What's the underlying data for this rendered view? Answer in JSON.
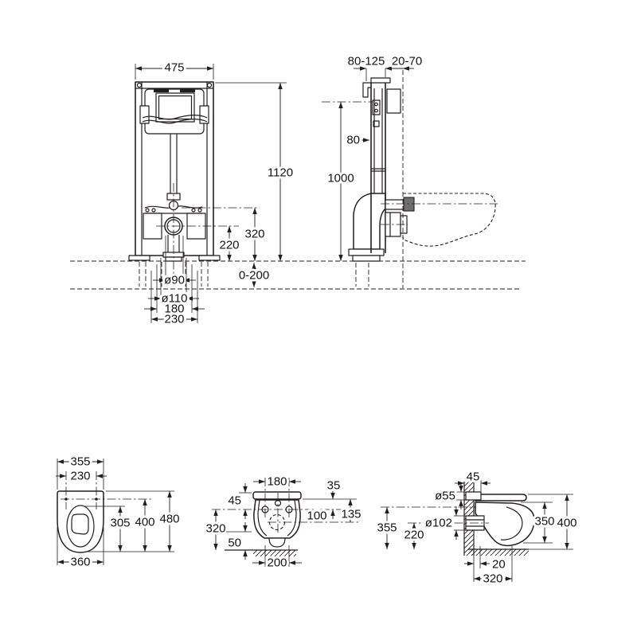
{
  "drawing": {
    "type": "technical-installation-diagram",
    "subject": "Wall-hung WC with concealed cistern installation frame — dimensional drawing",
    "colors": {
      "line": "#231f20",
      "text": "#141414",
      "background": "#ffffff",
      "fitting_gray": "#6e6e6e"
    },
    "views": {
      "frame_front": {
        "name": "installation frame front view",
        "dims": {
          "width": "475",
          "height": "1120",
          "inlet_center_height": "320",
          "outlet_center_height": "220",
          "foot_adjustment": "0-200",
          "outlet_pipe_dia": "ø90",
          "drain_pipe_dia": "ø110",
          "fixing_spacing_inner": "180",
          "fixing_spacing_outer": "230"
        }
      },
      "frame_side": {
        "name": "installation frame side view",
        "dims": {
          "front_depth_range": "80-125",
          "cladding_thickness_range": "20-70",
          "frame_depth": "80",
          "supply_height": "1000"
        }
      },
      "pan_top": {
        "name": "WC pan top view",
        "dims": {
          "width_top": "355",
          "fixing_hole_spacing": "230",
          "bowl_front_depth": "305",
          "fixing_hole_depth": "400",
          "total_depth": "480",
          "width_max": "360"
        }
      },
      "pan_rear": {
        "name": "WC pan rear view",
        "dims": {
          "fixing_hole_spacing": "180",
          "top_to_fixing_line": "45",
          "top_to_fixing_line_right": "35",
          "fixing_to_outlet": "100",
          "top_to_outlet": "135",
          "fixing_line_height": "320",
          "bottom_clearance": "50",
          "base_width": "200"
        }
      },
      "pan_side": {
        "name": "WC pan side view",
        "dims": {
          "wall_to_fixing": "45",
          "inlet_dia": "ø55",
          "outlet_dia": "ø102",
          "inlet_axis_height": "355",
          "outlet_axis_height": "220",
          "body_height": "350",
          "total_height": "400",
          "wall_clearance": "20",
          "bottom_projection": "320"
        }
      }
    }
  }
}
